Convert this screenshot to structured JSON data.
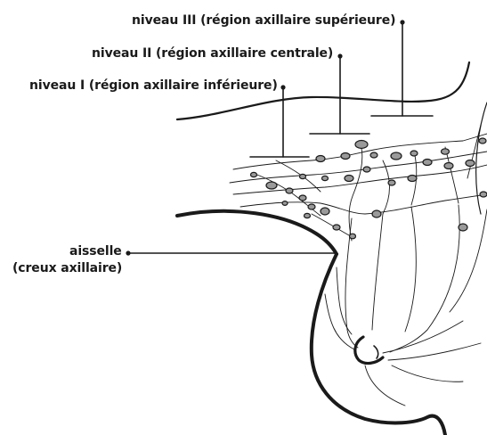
{
  "labels": {
    "level3": "niveau III (région axillaire supérieure)",
    "level2": "niveau II (région axillaire centrale)",
    "level1": "niveau I (région axillaire inférieure)",
    "armpit_line1": "aisselle",
    "armpit_line2": "(creux axillaire)"
  },
  "colors": {
    "ink": "#1a1a1a",
    "node_fill": "#9a9a9a",
    "background": "#ffffff"
  }
}
